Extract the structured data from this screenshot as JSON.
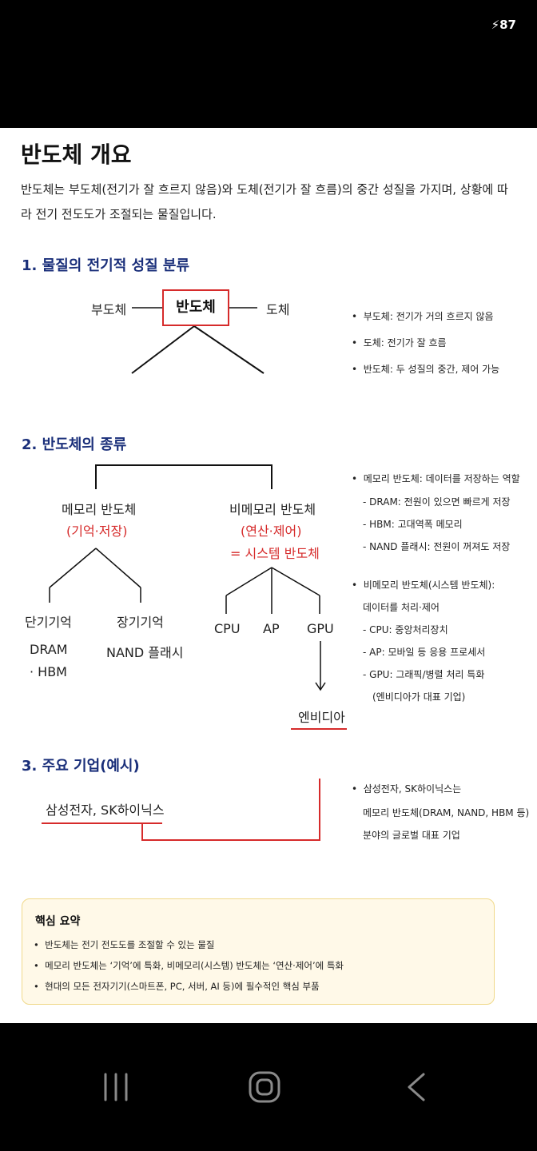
{
  "status": {
    "battery": "87"
  },
  "doc": {
    "title": "반도체 개요",
    "intro": "반도체는 부도체(전기가 잘 흐르지 않음)와 도체(전기가 잘 흐름)의 중간 성질을 가지며, 상황에 따라 전기 전도도가 조절되는 물질입니다."
  },
  "section1": {
    "title": "1. 물질의 전기적 성질 분류",
    "left": "부도체",
    "center": "반도체",
    "right": "도체",
    "bullets": [
      "부도체: 전기가 거의 흐르지 않음",
      "도체: 전기가 잘 흐름",
      "반도체: 두 성질의 중간, 제어 가능"
    ]
  },
  "section2": {
    "title": "2. 반도체의 종류",
    "memory": {
      "label": "메모리 반도체",
      "sub": "(기억·저장)"
    },
    "nonmemory": {
      "label": "비메모리 반도체",
      "sub": "(연산·제어)",
      "sub2": "= 시스템 반도체"
    },
    "short": "단기기억",
    "long": "장기기억",
    "dram": "DRAM",
    "hbm": "· HBM",
    "nand": "NAND 플래시",
    "cpu": "CPU",
    "ap": "AP",
    "gpu": "GPU",
    "nvidia": "엔비디아",
    "bullets_memory": [
      "메모리 반도체: 데이터를 저장하는 역할",
      "- DRAM: 전원이 있으면 빠르게 저장",
      "- HBM: 고대역폭 메모리",
      "- NAND 플래시: 전원이 꺼져도 저장"
    ],
    "bullets_nonmemory": [
      "비메모리 반도체(시스템 반도체):",
      "데이터를 처리·제어",
      "- CPU: 중앙처리장치",
      "- AP: 모바일 등 응용 프로세서",
      "- GPU: 그래픽/병렬 처리 특화",
      "(엔비디아가 대표 기업)"
    ]
  },
  "section3": {
    "title": "3. 주요 기업(예시)",
    "companies": "삼성전자, SK하이닉스",
    "bullets": [
      "삼성전자, SK하이닉스는",
      "메모리 반도체(DRAM, NAND, HBM 등)",
      "분야의 글로벌 대표 기업"
    ]
  },
  "summary": {
    "title": "핵심 요약",
    "items": [
      "반도체는 전기 전도도를 조절할 수 있는 물질",
      "메모리 반도체는 ‘기억’에 특화, 비메모리(시스템) 반도체는 ‘연산·제어’에 특화",
      "현대의 모든 전자기기(스마트폰, PC, 서버, AI 등)에 필수적인 핵심 부품"
    ]
  },
  "colors": {
    "accent_red": "#d62b2b",
    "heading_blue": "#1a2f7a",
    "summary_bg": "#fff9e8"
  },
  "navigation": {
    "recent": "recent-apps-icon",
    "home": "home-icon",
    "back": "back-icon"
  }
}
